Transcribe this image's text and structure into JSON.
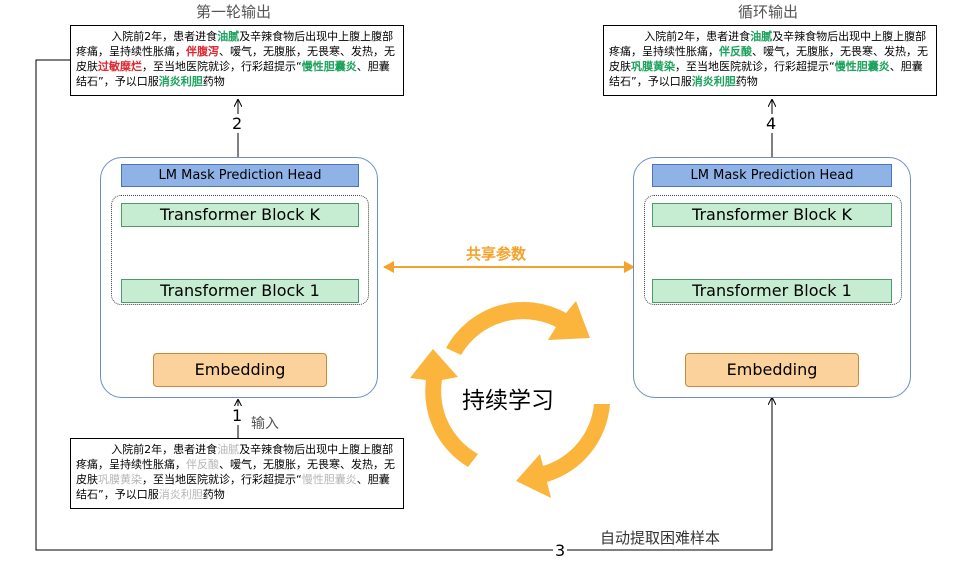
{
  "titles": {
    "output_first": "第一轮输出",
    "output_cycle": "循环输出",
    "input": "输入",
    "shared_params": "共享参数",
    "continual_learning": "持续学习",
    "auto_extract": "自动提取困难样本"
  },
  "steps": [
    "1",
    "2",
    "3",
    "4"
  ],
  "model": {
    "head": "LM Mask  Prediction  Head",
    "block_k": "Transformer Block K",
    "block_1": "Transformer Block 1",
    "embedding": "Embedding"
  },
  "texts": {
    "first_output": [
      {
        "t": "入院前2年，患者进食",
        "s": "n"
      },
      {
        "t": "油腻",
        "s": "g"
      },
      {
        "t": "及辛辣食物后出现中上腹上腹部疼痛，呈持续性胀痛，",
        "s": "n"
      },
      {
        "t": "伴腹泻",
        "s": "r"
      },
      {
        "t": "、嗳气，无腹胀，无畏寒、发热，无皮肤",
        "s": "n"
      },
      {
        "t": "过敏糜烂",
        "s": "r"
      },
      {
        "t": "，至当地医院就诊，行彩超提示“",
        "s": "n"
      },
      {
        "t": "慢性胆囊炎",
        "s": "g"
      },
      {
        "t": "、胆囊结石”，予以口服",
        "s": "n"
      },
      {
        "t": "消炎利胆",
        "s": "g"
      },
      {
        "t": "药物",
        "s": "n"
      }
    ],
    "cycle_output": [
      {
        "t": "入院前2年，患者进食",
        "s": "n"
      },
      {
        "t": "油腻",
        "s": "g"
      },
      {
        "t": "及辛辣食物后出现中上腹上腹部疼痛，呈持续性胀痛，",
        "s": "n"
      },
      {
        "t": "伴反酸",
        "s": "g"
      },
      {
        "t": "、嗳气，无腹胀，无畏寒、发热，无皮肤",
        "s": "n"
      },
      {
        "t": "巩膜黄染",
        "s": "g"
      },
      {
        "t": "，至当地医院就诊，行彩超提示“",
        "s": "n"
      },
      {
        "t": "慢性胆囊炎",
        "s": "g"
      },
      {
        "t": "、胆囊结石”，予以口服",
        "s": "n"
      },
      {
        "t": "消炎利胆",
        "s": "g"
      },
      {
        "t": "药物",
        "s": "n"
      }
    ],
    "input": [
      {
        "t": "入院前2年，患者进食",
        "s": "n"
      },
      {
        "t": "油腻",
        "s": "m"
      },
      {
        "t": "及辛辣食物后出现中上腹上腹部疼痛，呈持续性胀痛，",
        "s": "n"
      },
      {
        "t": "伴反酸",
        "s": "m"
      },
      {
        "t": "、嗳气，无腹胀，无畏寒、发热，无皮肤",
        "s": "n"
      },
      {
        "t": "巩膜黄染",
        "s": "m"
      },
      {
        "t": "，至当地医院就诊，行彩超提示“",
        "s": "n"
      },
      {
        "t": "慢性胆囊炎",
        "s": "m"
      },
      {
        "t": "、胆囊结石”，予以口服",
        "s": "n"
      },
      {
        "t": "消炎利胆",
        "s": "m"
      },
      {
        "t": "药物",
        "s": "n"
      }
    ]
  },
  "colors": {
    "orange": "#f5a22a",
    "cycle": "#fbb43c",
    "highlight_green": "#1ca35c",
    "highlight_red": "#e0262f",
    "masked_gray": "#b5b5b5"
  }
}
